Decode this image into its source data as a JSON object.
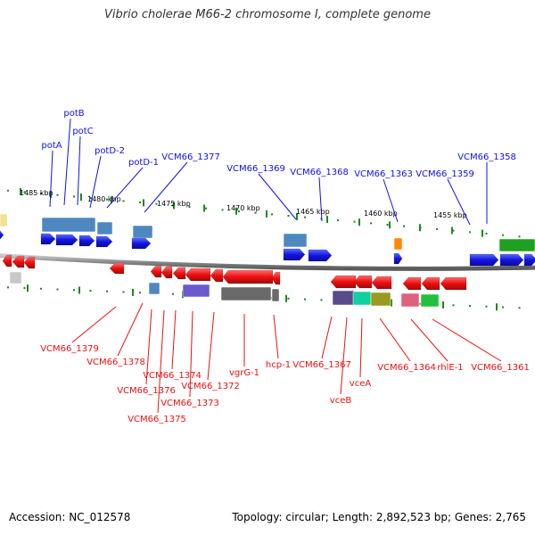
{
  "title": "Vibrio cholerae M66-2 chromosome I, complete genome",
  "footer": {
    "accession": "Accession: NC_012578",
    "summary": "Topology: circular; Length: 2,892,523 bp; Genes: 2,765"
  },
  "colors": {
    "forward": "#1010ee",
    "reverse": "#ee1010",
    "backbone": "#888888",
    "tick": "#1a8a1a"
  },
  "scale_labels": [
    "1485 kbp",
    "1480 kbp",
    "1475 kbp",
    "1470 kbp",
    "1465 kbp",
    "1460 kbp",
    "1455 kbp"
  ],
  "forward_labels": [
    "potA",
    "potB",
    "potC",
    "potD-2",
    "potD-1",
    "VCM66_1377",
    "VCM66_1369",
    "VCM66_1368",
    "VCM66_1363",
    "VCM66_1359",
    "VCM66_1358"
  ],
  "reverse_labels": [
    "VCM66_1379",
    "VCM66_1378",
    "VCM66_1376",
    "VCM66_1375",
    "VCM66_1374",
    "VCM66_1373",
    "VCM66_1372",
    "vgrG-1",
    "hcp-1",
    "VCM66_1367",
    "vceB",
    "vceA",
    "VCM66_1364",
    "rhlE-1",
    "VCM66_1361"
  ]
}
